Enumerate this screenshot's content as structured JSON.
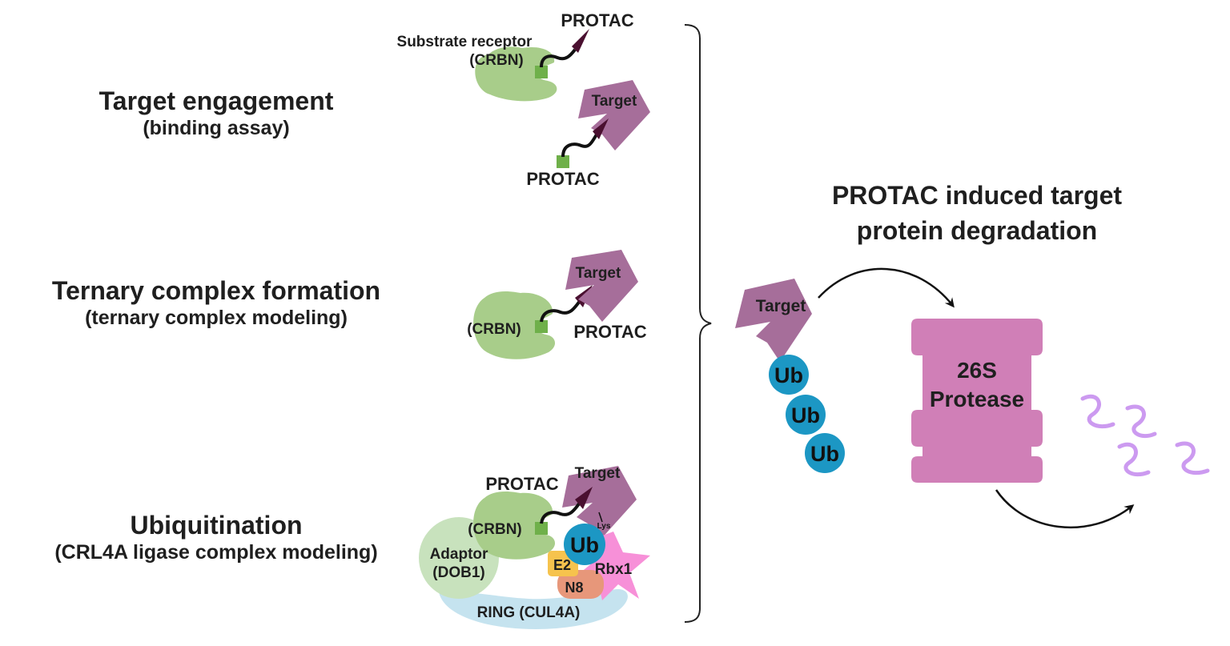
{
  "steps": [
    {
      "title": "Target engagement",
      "subtitle": "(binding assay)"
    },
    {
      "title": "Ternary complex formation",
      "subtitle": "(ternary complex modeling)"
    },
    {
      "title": "Ubiquitination",
      "subtitle": "(CRL4A ligase complex modeling)"
    }
  ],
  "labels": {
    "substrate_receptor": "Substrate receptor",
    "crbn": "(CRBN)",
    "protac": "PROTAC",
    "target": "Target",
    "adaptor": "Adaptor",
    "dob1": "(DOB1)",
    "ring": "RING (CUL4A)",
    "e2": "E2",
    "n8": "N8",
    "rbx1": "Rbx1",
    "lys": "Lys",
    "ub": "Ub",
    "protease_line1": "26S",
    "protease_line2": "Protease"
  },
  "main_title": {
    "line1": "PROTAC induced target",
    "line2": "protein degradation"
  },
  "colors": {
    "crbn_green": "#a8cd8a",
    "linker_green": "#6fb04a",
    "target_purple": "#a66e9a",
    "protac_dark": "#4a1030",
    "ub_blue": "#1c97c4",
    "proteasome_pink": "#d07fb7",
    "adaptor_green": "#c8e2bd",
    "ring_blue": "#c5e3ef",
    "e2_yellow": "#f6c34d",
    "n8_salmon": "#e7977a",
    "rbx1_pink": "#f790d8",
    "peptide_lilac": "#cc9af0"
  }
}
